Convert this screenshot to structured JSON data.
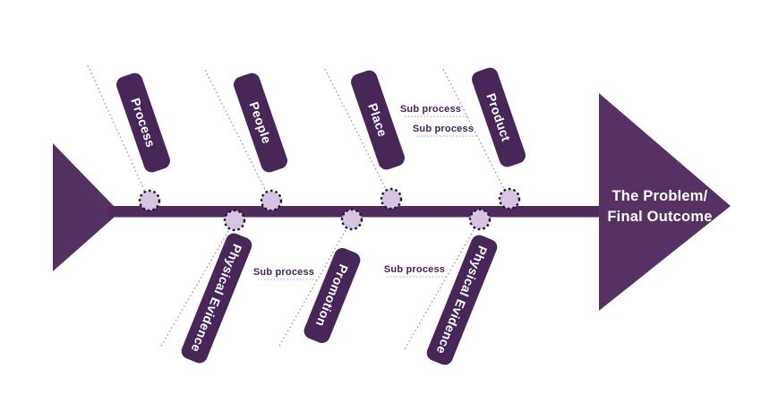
{
  "head": {
    "line1": "The Problem/",
    "line2": "Final Outcome"
  },
  "top_categories": [
    {
      "label": "Process"
    },
    {
      "label": "People"
    },
    {
      "label": "Place"
    },
    {
      "label": "Product"
    }
  ],
  "bottom_categories": [
    {
      "label": "Physical Evidence"
    },
    {
      "label": "Promotion"
    },
    {
      "label": "Physical Evidence"
    }
  ],
  "sub_processes": [
    {
      "label": "Sub process"
    },
    {
      "label": "Sub process"
    },
    {
      "label": "Sub process"
    },
    {
      "label": "Sub process"
    }
  ],
  "colors": {
    "category_box": "#472658",
    "spine": "#4e2b5c",
    "arrow_head": "#553164",
    "tail": "#543163",
    "node_fill": "#d7c3e2",
    "node_border": "#1b1b1b",
    "rib_line": "#a68cc0",
    "sub_process_text": "#44235a",
    "label_text": "#ffffff",
    "background": "#ffffff"
  }
}
